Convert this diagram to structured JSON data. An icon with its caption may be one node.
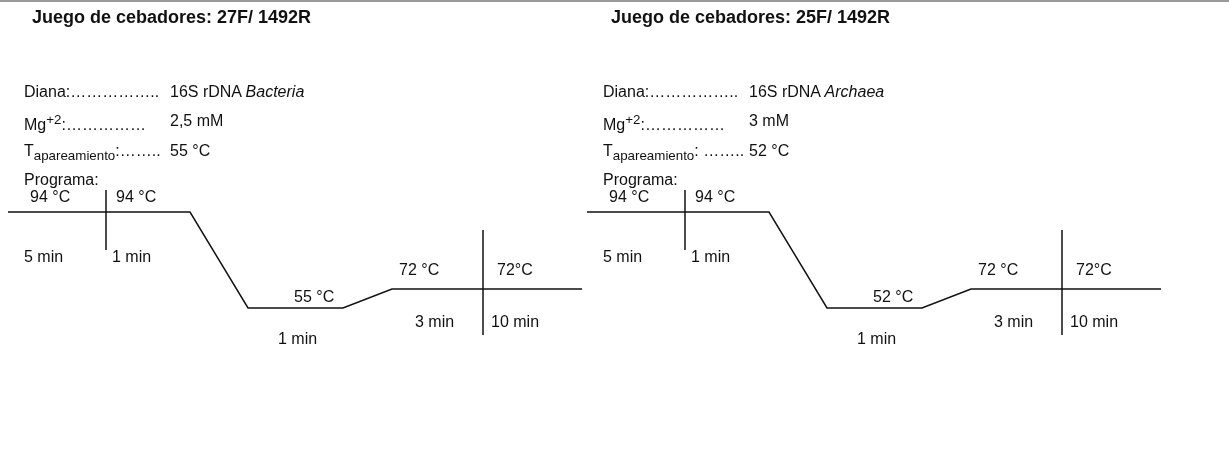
{
  "diagram": {
    "labels": [
      "Juego de cebadores: 27F/ 1492R",
      "Diana:……………..",
      "16S rDNA *Bacteria*",
      "Mg$^{+2}$:……………",
      "2,5 mM",
      "T$_{apareamiento}$:……..",
      "55  °C",
      "Programa:",
      "94 °C",
      "94 °C",
      "5 min",
      "1 min",
      "72 °C",
      "72°C",
      "55 °C",
      "3 min",
      "10 min",
      "1 min",
      "Juego de cebadores: 25F/ 1492R",
      "Diana:……………..",
      "16S rDNA *Archaea*",
      "Mg$^{+2}$:……………",
      "3 mM",
      "T$_{apareamiento}$: ……..",
      "52 °C",
      "Programa:",
      "94 °C",
      "94 °C",
      "5 min",
      "1 min",
      "72 °C",
      "72°C",
      "52 °C",
      "3 min",
      "10 min",
      "1 min"
    ]
  }
}
